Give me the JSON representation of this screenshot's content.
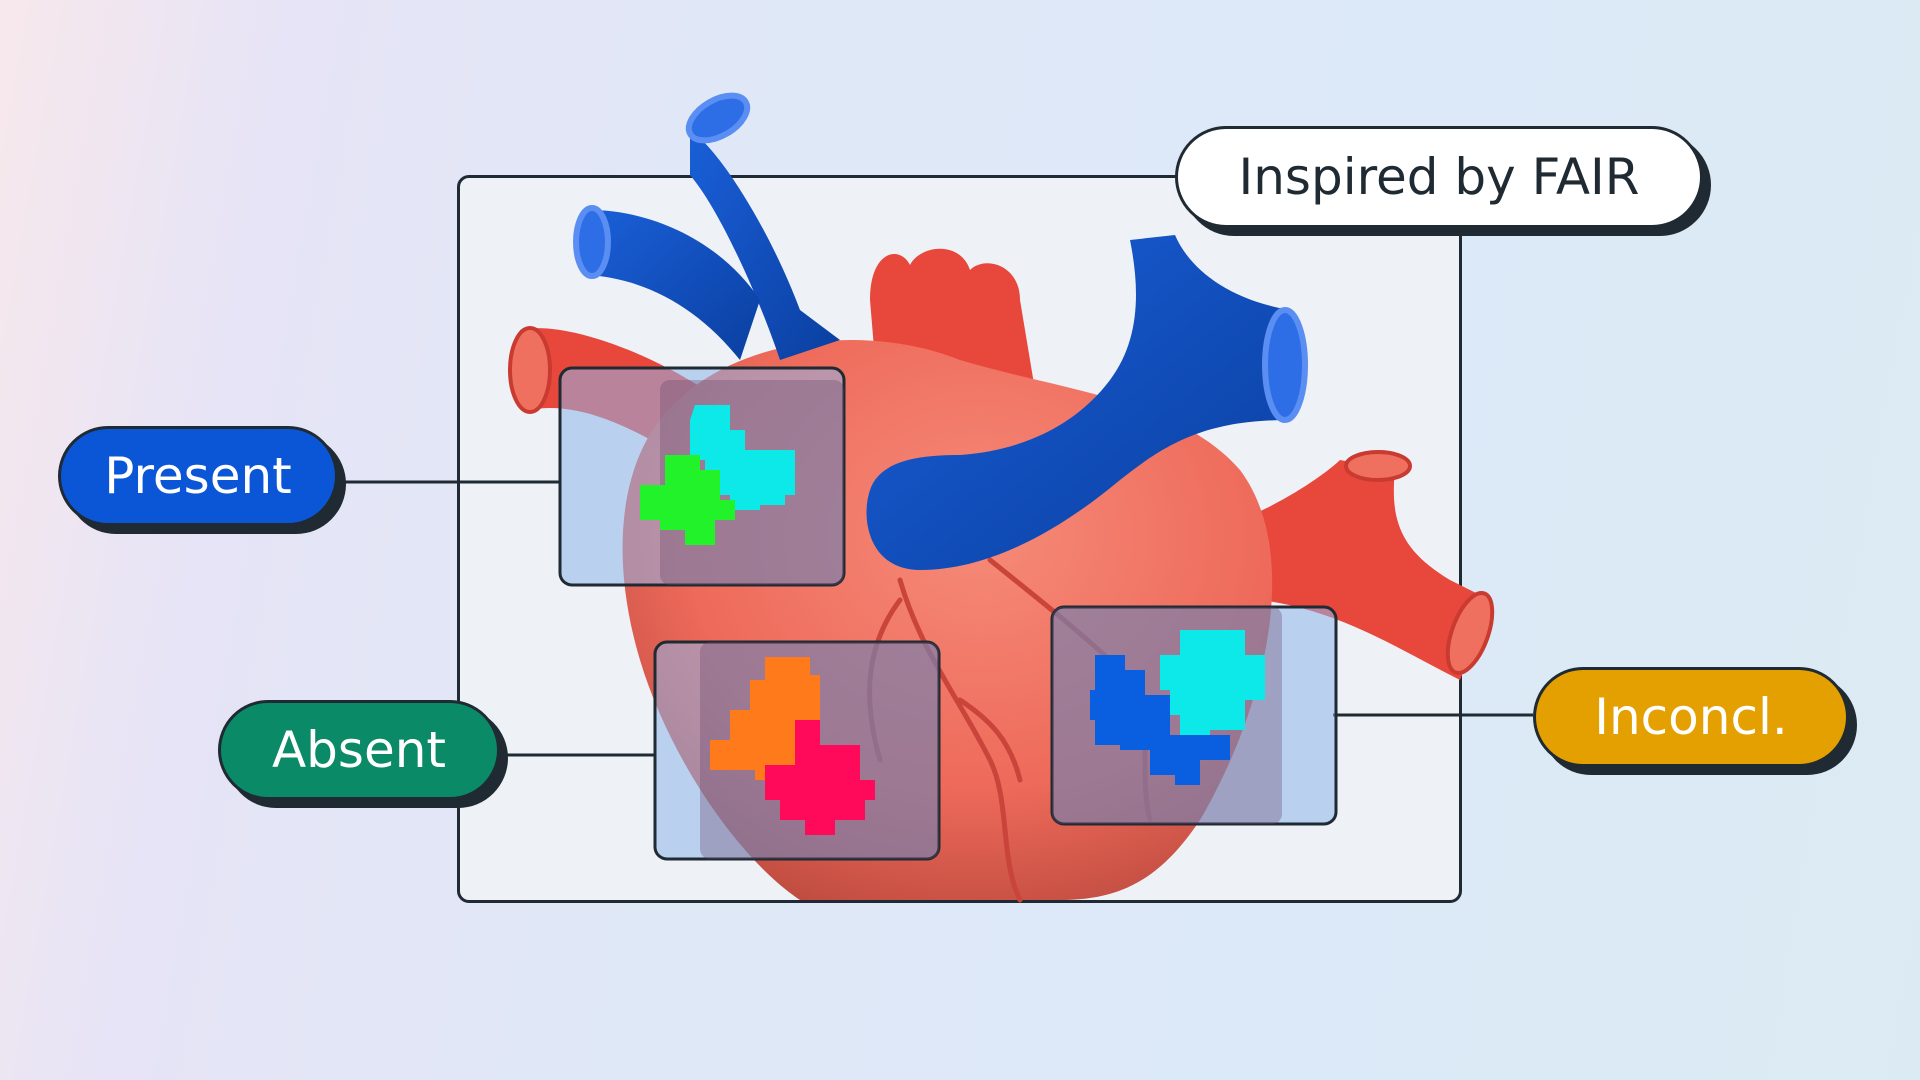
{
  "labels": {
    "inspired": "Inspired by FAIR",
    "present": "Present",
    "absent": "Absent",
    "inconclusive": "Inconcl."
  },
  "colors": {
    "present": "#0a56d6",
    "absent": "#0a8a66",
    "inconclusive": "#e3a000",
    "inspired": "#ffffff",
    "outline": "#1f2a33",
    "heart": "#f07060",
    "artery": "#e8473c",
    "vein": "#0b4fc4"
  },
  "icons": {
    "heart": "heart-icon",
    "segment_present": "segmentation-patch-icon",
    "segment_absent": "segmentation-patch-icon",
    "segment_inconclusive": "segmentation-patch-icon"
  }
}
